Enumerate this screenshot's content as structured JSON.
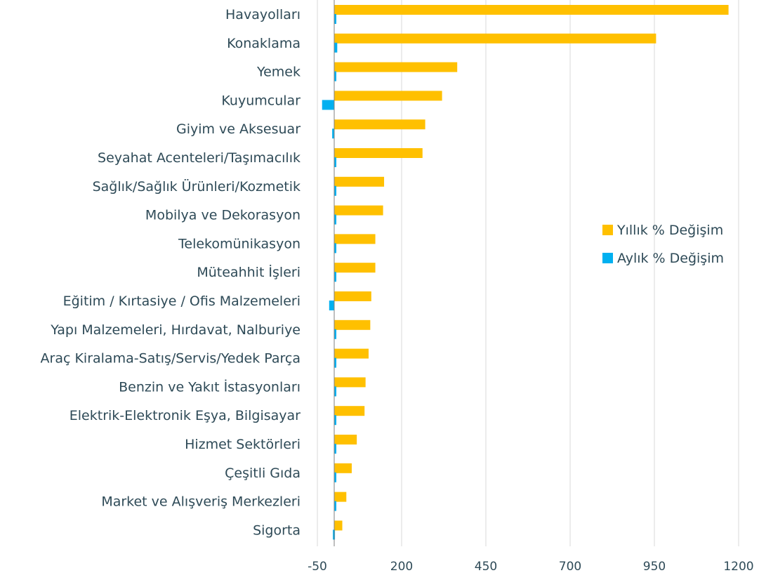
{
  "chart_data": {
    "type": "bar",
    "orientation": "horizontal",
    "categories": [
      "Havayolları",
      "Konaklama",
      "Yemek",
      "Kuyumcular",
      "Giyim ve Aksesuar",
      "Seyahat Acenteleri/Taşımacılık",
      "Sağlık/Sağlık Ürünleri/Kozmetik",
      "Mobilya ve Dekorasyon",
      "Telekomünikasyon",
      "Müteahhit İşleri",
      "Eğitim / Kırtasiye / Ofis Malzemeleri",
      "Yapı Malzemeleri, Hırdavat, Nalburiye",
      "Araç Kiralama-Satış/Servis/Yedek Parça",
      "Benzin ve Yakıt İstasyonları",
      "Elektrik-Elektronik Eşya, Bilgisayar",
      "Hizmet Sektörleri",
      "Çeşitli Gıda",
      "Market ve Alışveriş Merkezleri",
      "Sigorta"
    ],
    "series": [
      {
        "name": "Yıllık % Değişim",
        "color": "#FFC000",
        "values": [
          1170,
          955,
          365,
          320,
          270,
          262,
          148,
          145,
          122,
          122,
          110,
          107,
          102,
          93,
          90,
          67,
          52,
          36,
          24
        ]
      },
      {
        "name": "Aylık % Değişim",
        "color": "#00B0F0",
        "values": [
          4,
          9,
          5,
          -36,
          -6,
          3,
          3,
          3,
          1,
          5,
          -15,
          3,
          3,
          1,
          3,
          1,
          3,
          5,
          -4
        ]
      }
    ],
    "xlim": [
      -50,
      1200
    ],
    "xticks": [
      "-50",
      "200",
      "450",
      "700",
      "950",
      "1200"
    ],
    "xtick_values": [
      -50,
      200,
      450,
      700,
      950,
      1200
    ],
    "grid": true,
    "legend_position": "right"
  }
}
